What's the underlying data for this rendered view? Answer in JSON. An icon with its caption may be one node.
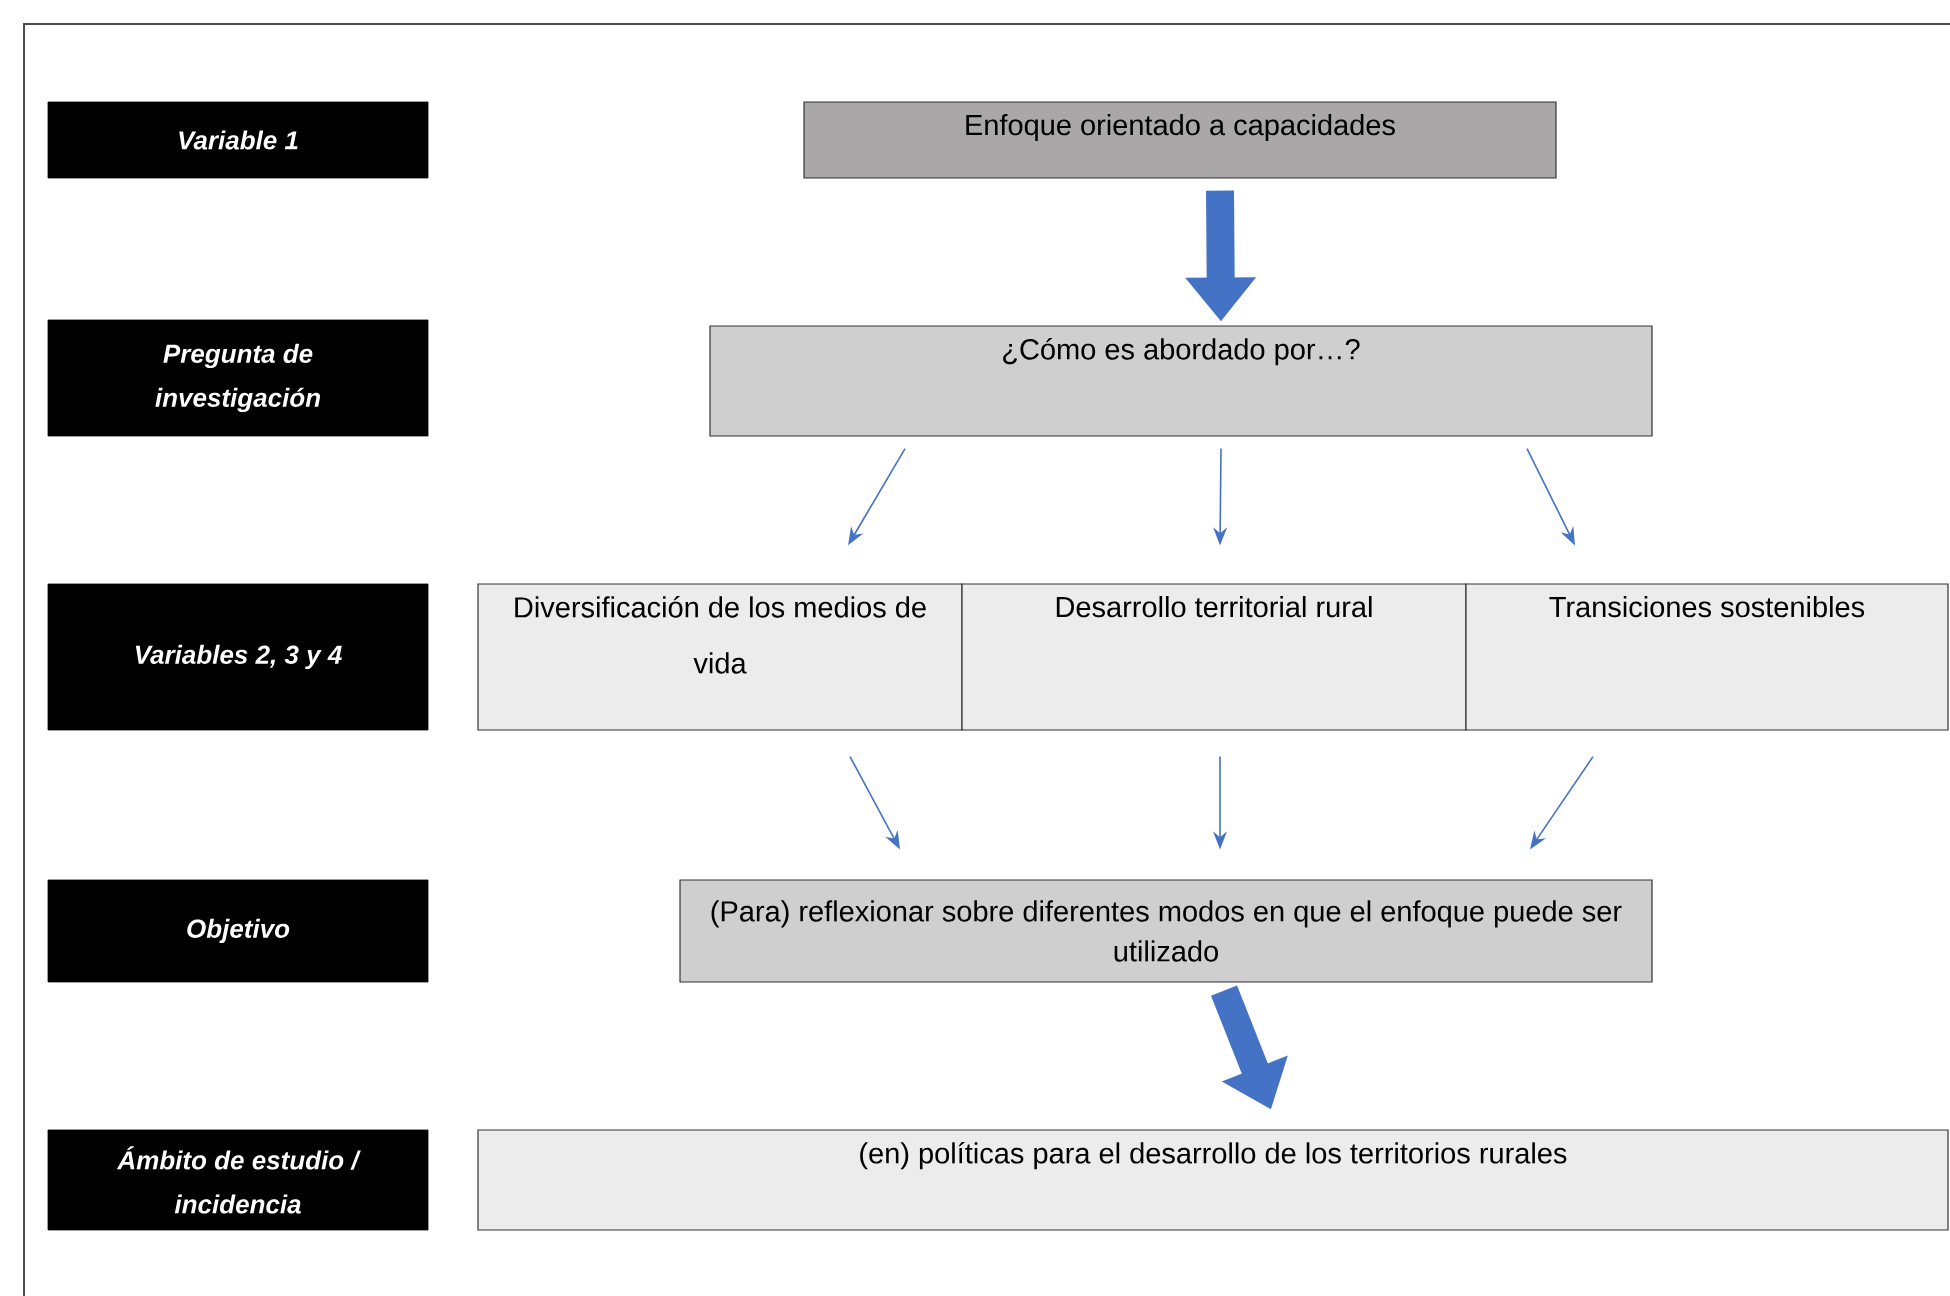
{
  "diagram": {
    "nodes": [
      {
        "text": [
          "Variable 1"
        ]
      },
      {
        "text": [
          "Pregunta de investigación"
        ]
      },
      {
        "text": [
          "Variables 2, 3 y 4"
        ]
      },
      {
        "text": [
          "Objetivo"
        ]
      },
      {
        "text": [
          "Ámbito de estudio / incidencia"
        ]
      },
      {
        "text": [
          "Enfoque orientado a capacidades"
        ]
      },
      {
        "text": [
          "¿Cómo es abordado por…?"
        ]
      },
      {
        "text": [
          "Diversificación de los medios de vida"
        ]
      },
      {
        "text": [
          "Desarrollo territorial rural"
        ]
      },
      {
        "text": [
          "Transiciones sostenibles"
        ]
      },
      {
        "text": [
          "(Para) reflexionar sobre diferentes modos en que el enfoque puede ser utilizado"
        ]
      },
      {
        "text": [
          "(en) políticas para el desarrollo de los territorios rurales"
        ]
      }
    ],
    "edges": [
      {
        "from": 5,
        "to": 6,
        "arrow": "to",
        "style": "thick"
      },
      {
        "from": 6,
        "to": 7,
        "arrow": "to"
      },
      {
        "from": 6,
        "to": 8,
        "arrow": "to"
      },
      {
        "from": 6,
        "to": 9,
        "arrow": "to"
      },
      {
        "from": 7,
        "to": 10,
        "arrow": "to"
      },
      {
        "from": 8,
        "to": 10,
        "arrow": "to"
      },
      {
        "from": 9,
        "to": 10,
        "arrow": "to"
      },
      {
        "from": 10,
        "to": 11,
        "arrow": "to",
        "style": "thick"
      }
    ]
  }
}
